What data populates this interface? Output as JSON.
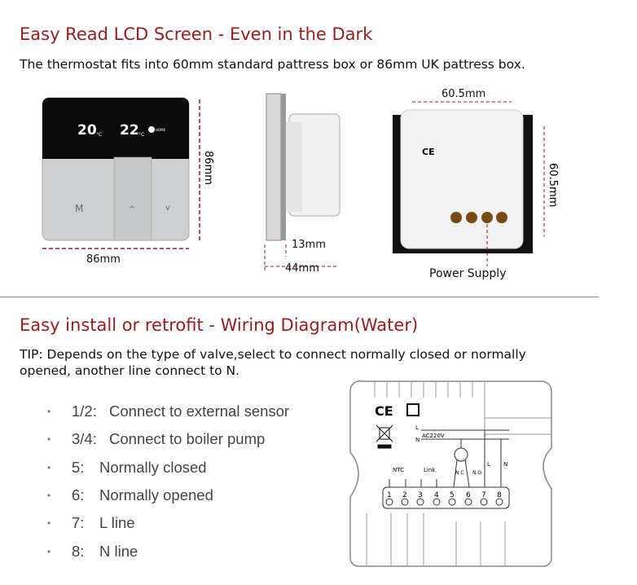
{
  "section1": {
    "title": "Easy Read LCD Screen - Even in the Dark",
    "subtitle": "The thermostat fits into 60mm standard pattress box or 86mm UK pattress box.",
    "front": {
      "width_label": "86mm",
      "height_label": "86mm",
      "room_temp": "20",
      "set_temp": "22",
      "unit": "°C",
      "mode": "HOME",
      "buttons": [
        "M",
        "^",
        "v"
      ]
    },
    "side": {
      "depth_label": "13mm",
      "total_label": "44mm"
    },
    "back": {
      "width_label": "60.5mm",
      "height_label": "60.5mm",
      "power_label": "Power Supply"
    }
  },
  "section2": {
    "title": "Easy install or retrofit - Wiring Diagram(Water)",
    "tip_line1": "TIP: Depends on the type of valve,select to connect normally closed or normally",
    "tip_line2": "opened, another line connect to N.",
    "items": [
      {
        "num": "1/2:",
        "text": "Connect to external sensor"
      },
      {
        "num": "3/4:",
        "text": "Connect to boiler pump"
      },
      {
        "num": "5:",
        "text": "Normally closed"
      },
      {
        "num": "6:",
        "text": "Normally opened"
      },
      {
        "num": "7:",
        "text": "L line"
      },
      {
        "num": "8:",
        "text": "N line"
      }
    ],
    "diagram": {
      "voltage": "AC220V",
      "l": "L",
      "n": "N",
      "ntc": "NTC",
      "link": "Link",
      "nc": "N C",
      "no": "N O",
      "terminals": [
        "1",
        "2",
        "3",
        "4",
        "5",
        "6",
        "7",
        "8"
      ]
    }
  },
  "colors": {
    "title": "#9a1b1e",
    "dimension": "#9a1b1e"
  }
}
